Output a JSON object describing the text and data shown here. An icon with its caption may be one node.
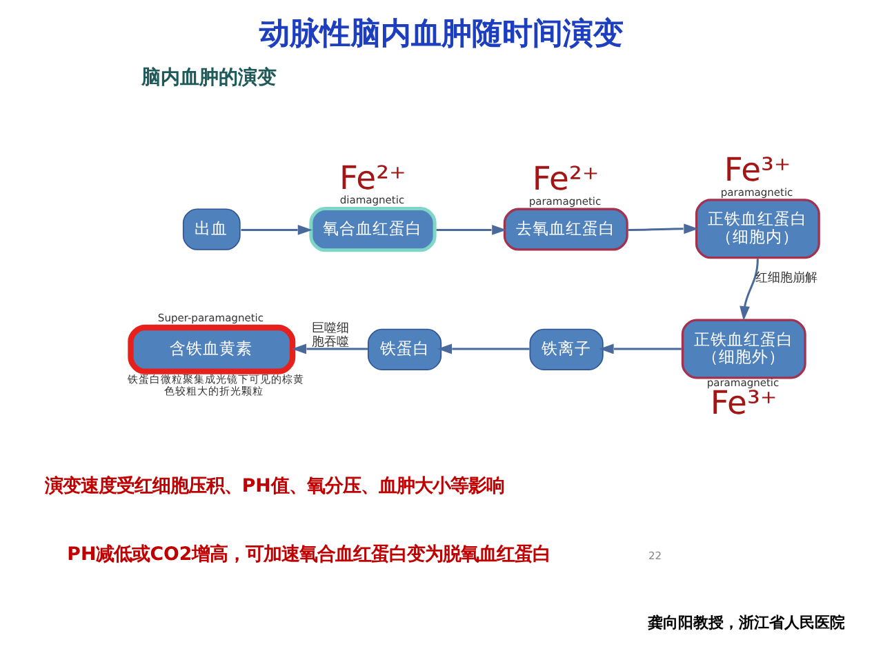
{
  "diagram": {
    "title": "动脉性脑内血肿随时间演变",
    "nodes": [
      {
        "text": [
          "出血"
        ]
      },
      {
        "text": [
          "氧合血红蛋白"
        ],
        "beside": [
          "Fe²⁺",
          "diamagnetic"
        ]
      },
      {
        "text": [
          "去氧血红蛋白"
        ],
        "beside": [
          "Fe²⁺",
          "paramagnetic"
        ]
      },
      {
        "text": [
          "正铁血红蛋白（细胞内）"
        ],
        "beside": [
          "Fe³⁺",
          "paramagnetic"
        ]
      },
      {
        "text": [
          "含铁血黄素"
        ],
        "beside": [
          "Super-paramagnetic",
          "铁蛋白微粒聚集成光镜下可见的棕黄色较粗大的折光颗粒"
        ]
      },
      {
        "text": [
          "铁蛋白"
        ]
      },
      {
        "text": [
          "铁离子"
        ]
      },
      {
        "text": [
          "正铁血红蛋白（细胞外）"
        ],
        "beside": [
          "paramagnetic",
          "Fe³⁺"
        ]
      }
    ],
    "edges": [
      {
        "from": 0,
        "to": 1,
        "arrow": "to"
      },
      {
        "from": 1,
        "to": 2,
        "arrow": "to"
      },
      {
        "from": 2,
        "to": 3,
        "arrow": "to"
      },
      {
        "from": 3,
        "to": 7,
        "arrow": "to",
        "label": "红细胞崩解"
      },
      {
        "from": 7,
        "to": 6,
        "arrow": "to"
      },
      {
        "from": 6,
        "to": 5,
        "arrow": "to"
      },
      {
        "from": 5,
        "to": 4,
        "arrow": "to",
        "label": "巨噬细胞吞噬"
      }
    ],
    "labels": [
      "脑内血肿的演变",
      "演变速度受红细胞压积、PH值、氧分压、血肿大小等影响",
      "PH减低或CO2增高，可加速氧合血红蛋白变为脱氧血红蛋白",
      "22",
      "龚向阳教授，浙江省人民医院"
    ]
  }
}
